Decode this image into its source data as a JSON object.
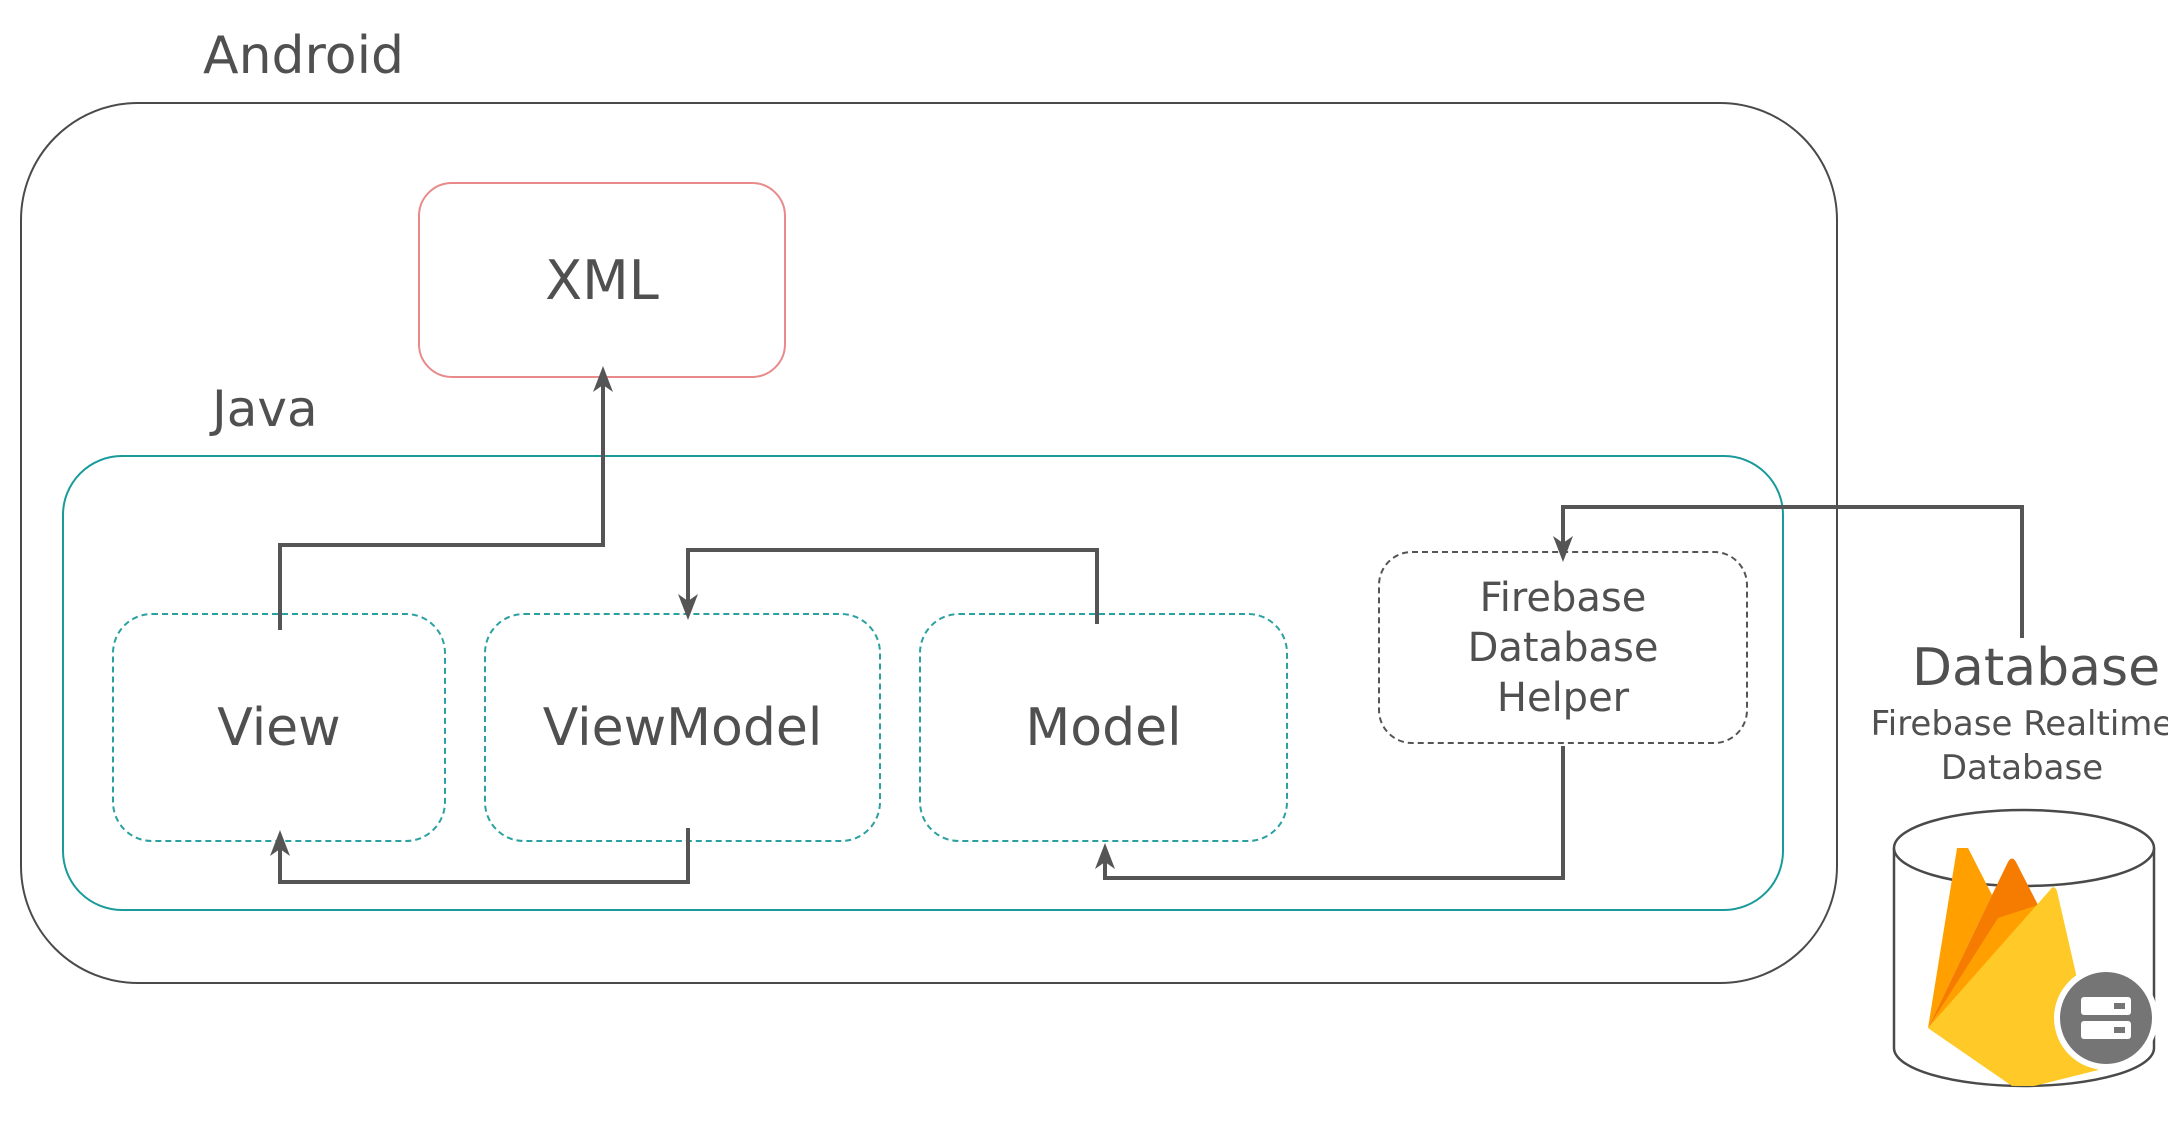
{
  "android": {
    "label": "Android"
  },
  "java": {
    "label": "Java"
  },
  "xml": {
    "label": "XML"
  },
  "view": {
    "label": "View"
  },
  "viewmodel": {
    "label": "ViewModel"
  },
  "model": {
    "label": "Model"
  },
  "helper": {
    "line1": "Firebase Database",
    "line2": "Helper"
  },
  "database": {
    "title": "Database",
    "subtitle_line1": "Firebase Realtime",
    "subtitle_line2": "Database"
  },
  "colors": {
    "android_border": "#4a4a4a",
    "xml_border": "#e88a8a",
    "java_border": "#1a9a9a",
    "component_border": "#2aa0a0",
    "helper_border": "#555555",
    "arrow": "#555555",
    "text": "#505050"
  },
  "icons": {
    "firebase": "firebase-flame-icon",
    "server": "server-stack-icon",
    "cylinder": "database-cylinder-icon"
  }
}
